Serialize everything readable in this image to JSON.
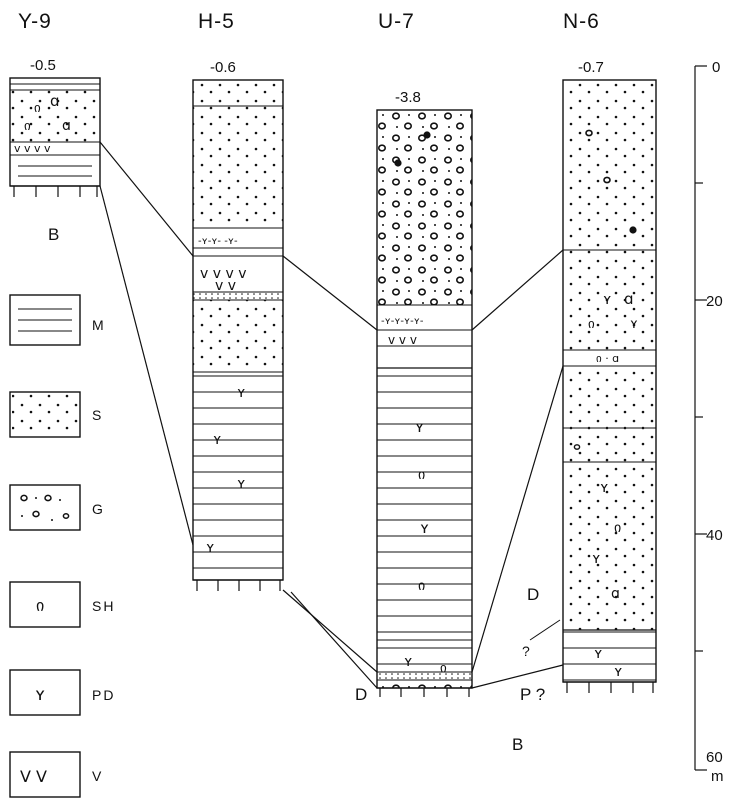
{
  "boreholes": [
    {
      "id": "Y-9",
      "elevation": "-0.5",
      "base": "B"
    },
    {
      "id": "H-5",
      "elevation": "-0.6"
    },
    {
      "id": "U-7",
      "elevation": "-3.8"
    },
    {
      "id": "N-6",
      "elevation": "-0.7"
    }
  ],
  "legend": [
    {
      "code": "M",
      "pattern": "mud"
    },
    {
      "code": "S",
      "pattern": "sand"
    },
    {
      "code": "G",
      "pattern": "gravel"
    },
    {
      "code": "SH",
      "pattern": "shell"
    },
    {
      "code": "PD",
      "pattern": "plant-debris"
    },
    {
      "code": "V",
      "pattern": "volcanic-ash"
    }
  ],
  "depth_scale": {
    "ticks": [
      "0",
      "20",
      "40",
      "60"
    ],
    "unit": "m"
  },
  "annotations": {
    "d_left": "D",
    "d_right": "D",
    "p_question": "P ?",
    "question": "?",
    "b_bottom": "B"
  }
}
